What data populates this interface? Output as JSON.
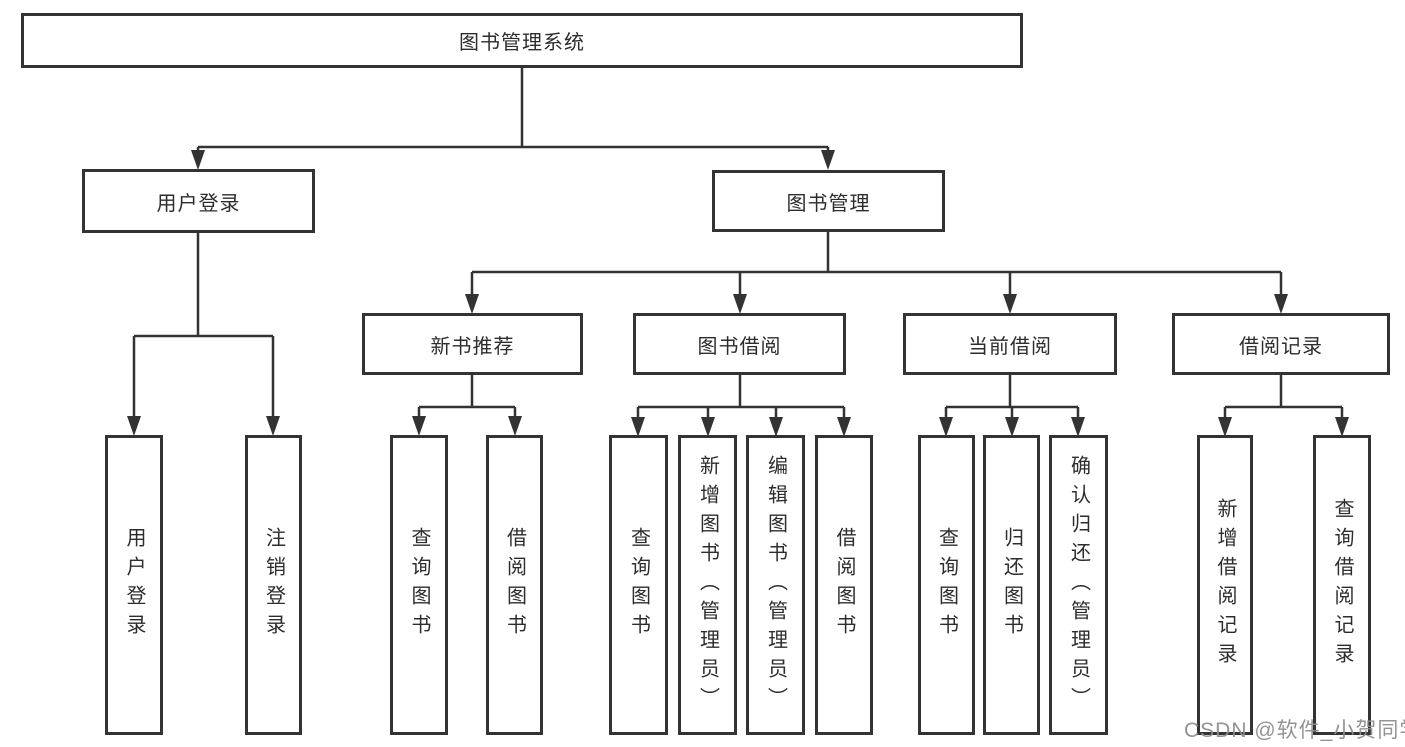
{
  "colors": {
    "background": "#ffffff",
    "line": "#333333",
    "box_border": "#333333",
    "text": "#2d2d2d",
    "watermark": "#8e8e8e"
  },
  "watermark": {
    "text": "CSDN @软件_小贺同学"
  },
  "tree": {
    "root": {
      "label": "图书管理系统"
    },
    "branches": {
      "user_login": {
        "label": "用户登录",
        "children": {
          "login": {
            "label": "用户登录"
          },
          "logout": {
            "label": "注销登录"
          }
        }
      },
      "book_management": {
        "label": "图书管理",
        "children": {
          "new_book_recommend": {
            "label": "新书推荐",
            "children": {
              "query_book": {
                "label": "查询图书"
              },
              "borrow_book": {
                "label": "借阅图书"
              }
            }
          },
          "book_borrowing": {
            "label": "图书借阅",
            "children": {
              "query_book": {
                "label": "查询图书"
              },
              "add_book": {
                "label": "新增图书（管理员）"
              },
              "edit_book": {
                "label": "编辑图书（管理员）"
              },
              "borrow_book": {
                "label": "借阅图书"
              }
            }
          },
          "current_borrowing": {
            "label": "当前借阅",
            "children": {
              "query_book": {
                "label": "查询图书"
              },
              "return_book": {
                "label": "归还图书"
              },
              "confirm_return": {
                "label": "确认归还（管理员）"
              }
            }
          },
          "borrow_records": {
            "label": "借阅记录",
            "children": {
              "add_record": {
                "label": "新增借阅记录"
              },
              "query_record": {
                "label": "查询借阅记录"
              }
            }
          }
        }
      }
    }
  }
}
